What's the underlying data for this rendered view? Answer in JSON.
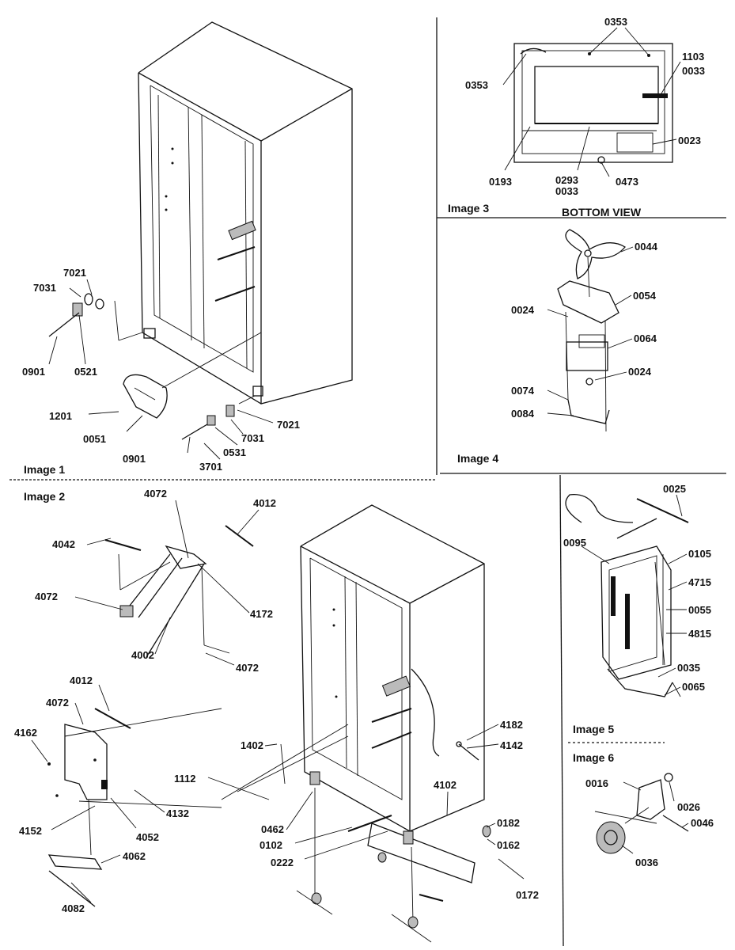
{
  "top_caption": "",
  "panels": [
    {
      "caption": "Image 1",
      "parts": [
        "7021",
        "7031",
        "0901",
        "0521",
        "1201",
        "0051",
        "0901",
        "3701",
        "0531",
        "7031",
        "7021"
      ]
    },
    {
      "caption": "Image 2",
      "parts": [
        "4072",
        "4012",
        "4042",
        "4172",
        "4072",
        "4002",
        "4072",
        "4012",
        "4072",
        "4162",
        "4132",
        "4152",
        "4052",
        "4062",
        "4082",
        "1112",
        "1402",
        "0462",
        "0102",
        "0222",
        "4182",
        "4142",
        "4102",
        "0182",
        "0162",
        "0172"
      ]
    },
    {
      "caption": "Image 3",
      "subtitle": "BOTTOM VIEW",
      "parts": [
        "0353",
        "0353",
        "1103",
        "0033",
        "0023",
        "0193",
        "0293",
        "0033",
        "0473"
      ]
    },
    {
      "caption": "Image 4",
      "parts": [
        "0044",
        "0054",
        "0024",
        "0064",
        "0024",
        "0074",
        "0084"
      ]
    },
    {
      "caption": "Image 5",
      "parts": [
        "0025",
        "0095",
        "0105",
        "4715",
        "0055",
        "4815",
        "0035",
        "0065"
      ]
    },
    {
      "caption": "Image 6",
      "parts": [
        "0016",
        "0026",
        "0046",
        "0036"
      ]
    }
  ]
}
